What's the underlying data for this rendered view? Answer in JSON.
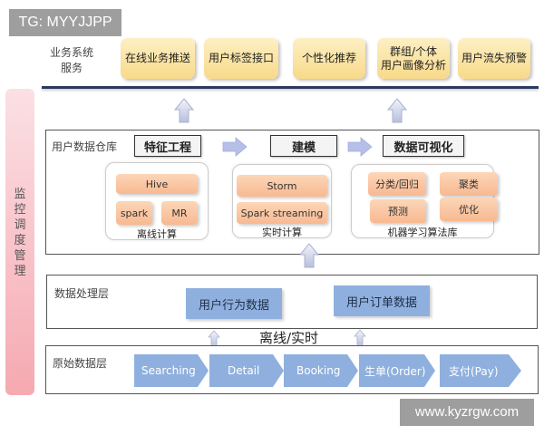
{
  "watermarks": {
    "top": "TG: MYYJJPP",
    "bottom": "www.kyzrgw.com"
  },
  "business_layer": {
    "label_line1": "业务系统",
    "label_line2": "服务",
    "services": [
      {
        "label": "在线业务推送"
      },
      {
        "label": "用户标签接口"
      },
      {
        "label": "个性化推荐"
      },
      {
        "label_line1": "群组/个体",
        "label_line2": "用户画像分析"
      },
      {
        "label": "用户流失预警"
      }
    ]
  },
  "side_bar": {
    "label": "监控调度管理",
    "chars": [
      "监",
      "控",
      "调",
      "度",
      "管",
      "理"
    ]
  },
  "data_warehouse": {
    "label": "用户数据仓库",
    "stages": [
      "特征工程",
      "建模",
      "数据可视化"
    ],
    "groups": {
      "offline": {
        "caption": "离线计算",
        "items": [
          "Hive",
          "spark",
          "MR"
        ]
      },
      "realtime": {
        "caption": "实时计算",
        "items": [
          "Storm",
          "Spark streaming"
        ]
      },
      "ml": {
        "caption": "机器学习算法库",
        "items": [
          "分类/回归",
          "聚类",
          "预测",
          "优化"
        ]
      }
    }
  },
  "processing_layer": {
    "label": "数据处理层",
    "boxes": [
      "用户行为数据",
      "用户订单数据"
    ]
  },
  "mode_label": "离线/实时",
  "raw_layer": {
    "label": "原始数据层",
    "flow": [
      "Searching",
      "Detail",
      "Booking",
      "生单(Order)",
      "支付(Pay)"
    ]
  },
  "colors": {
    "biz_box": "#f8d98a",
    "chip": "#f8b991",
    "data_box": "#8fb0de",
    "side_bar": "#f6a9b1",
    "arrow": "#c9cfe8",
    "top_line": "#2b3a5c"
  }
}
